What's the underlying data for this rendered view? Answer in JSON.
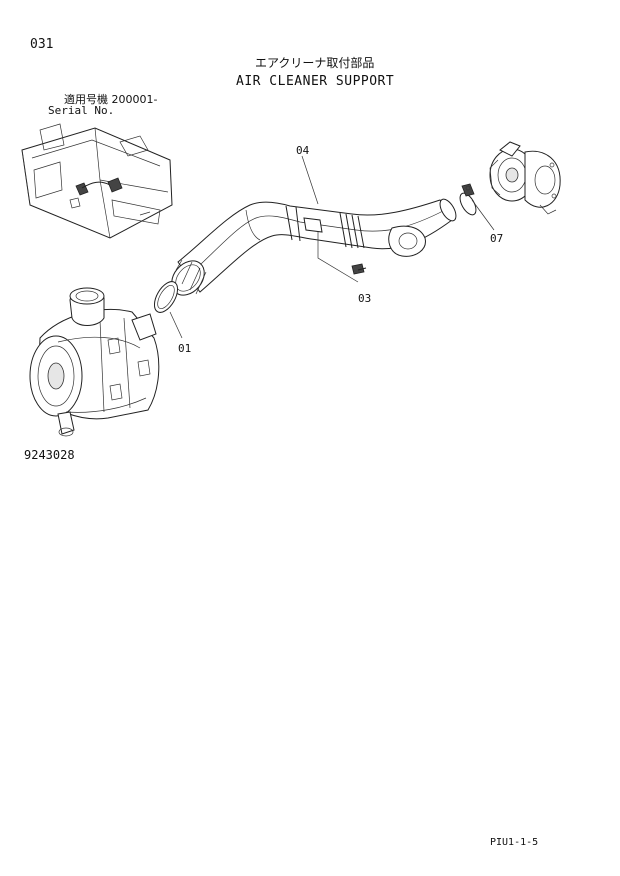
{
  "header": {
    "page_number": "031",
    "title_jp": "エアクリーナ取付部品",
    "title_en": "AIR CLEANER SUPPORT",
    "serial_jp": "適用号機 200001-",
    "serial_en": "Serial No."
  },
  "figure": {
    "figure_number": "9243028",
    "callouts": [
      {
        "id": "04",
        "label": "04"
      },
      {
        "id": "07",
        "label": "07"
      },
      {
        "id": "03",
        "label": "03"
      },
      {
        "id": "01",
        "label": "01"
      }
    ]
  },
  "footer": {
    "code": "PIU1-1-5"
  }
}
